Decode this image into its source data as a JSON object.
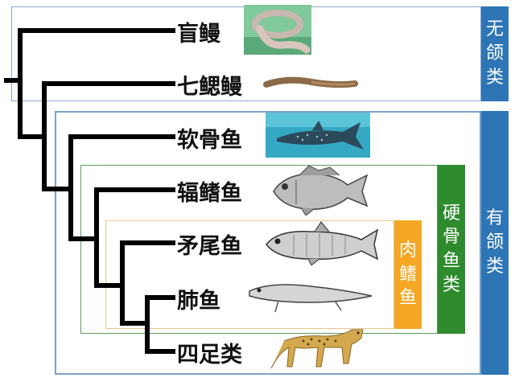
{
  "colors": {
    "branch": "#000000",
    "agnatha_box": "#6f95c3",
    "gnathostome_box": "#7aa3c9",
    "sidebar_blue": "#2e75b6",
    "bony_fish_green": "#2e8b2e",
    "lobe_fin_orange": "#f5a623",
    "lobe_fin_border": "#e8c88e"
  },
  "taxa": [
    {
      "label": "盲鳗",
      "icon": "hagfish-photo"
    },
    {
      "label": "七鳃鳗",
      "icon": "lamprey-photo"
    },
    {
      "label": "软骨鱼",
      "icon": "whale-shark-photo"
    },
    {
      "label": "辐鳍鱼",
      "icon": "ray-finned-fish-drawing"
    },
    {
      "label": "矛尾鱼",
      "icon": "coelacanth-drawing"
    },
    {
      "label": "肺鱼",
      "icon": "lungfish-drawing"
    },
    {
      "label": "四足类",
      "icon": "cheetah-photo"
    }
  ],
  "groups": {
    "agnatha": {
      "chars": [
        "无",
        "颌",
        "类"
      ]
    },
    "gnathostomata": {
      "chars": [
        "有",
        "颌",
        "类"
      ]
    },
    "osteichthyes": {
      "chars": [
        "硬",
        "骨",
        "鱼",
        "类"
      ]
    },
    "sarcopterygii": {
      "chars": [
        "肉",
        "鳍",
        "鱼"
      ]
    }
  }
}
